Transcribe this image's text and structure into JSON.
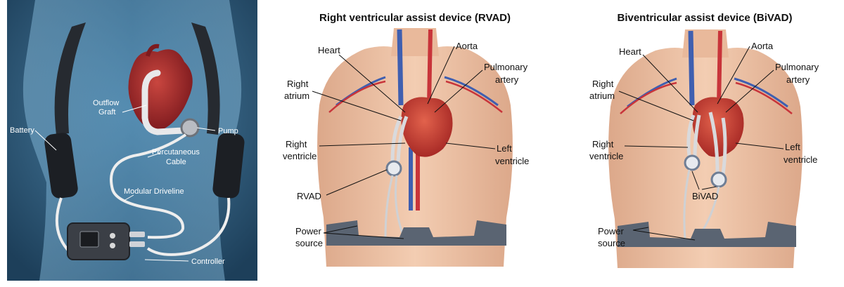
{
  "panel1": {
    "labels": {
      "outflow_line1": "Outflow",
      "outflow_line2": "Graft",
      "battery": "Battery",
      "pump": "Pump",
      "perc_line1": "Percutaneous",
      "perc_line2": "Cable",
      "driveline": "Modular Driveline",
      "controller": "Controller"
    },
    "colors": {
      "background": "#27506e",
      "body": "#5b93b8",
      "heart": "#a8262b"
    }
  },
  "panel2": {
    "title": "Right ventricular assist device (RVAD)",
    "labels": {
      "heart": "Heart",
      "aorta": "Aorta",
      "pulm_line1": "Pulmonary",
      "pulm_line2": "artery",
      "ratrium_line1": "Right",
      "ratrium_line2": "atrium",
      "rvent_line1": "Right",
      "rvent_line2": "ventricle",
      "lvent_line1": "Left",
      "lvent_line2": "ventricle",
      "device": "RVAD",
      "power_line1": "Power",
      "power_line2": "source"
    }
  },
  "panel3": {
    "title": "Biventricular assist device (BiVAD)",
    "labels": {
      "heart": "Heart",
      "aorta": "Aorta",
      "pulm_line1": "Pulmonary",
      "pulm_line2": "artery",
      "ratrium_line1": "Right",
      "ratrium_line2": "atrium",
      "rvent_line1": "Right",
      "rvent_line2": "ventricle",
      "lvent_line1": "Left",
      "lvent_line2": "ventricle",
      "device": "BiVAD",
      "power_line1": "Power",
      "power_line2": "source"
    }
  },
  "colors": {
    "skin": "#efc3a6",
    "skin_shade": "#dca88a",
    "vein": "#3f5fb0",
    "artery": "#c8343a",
    "belt": "#5a6472"
  }
}
